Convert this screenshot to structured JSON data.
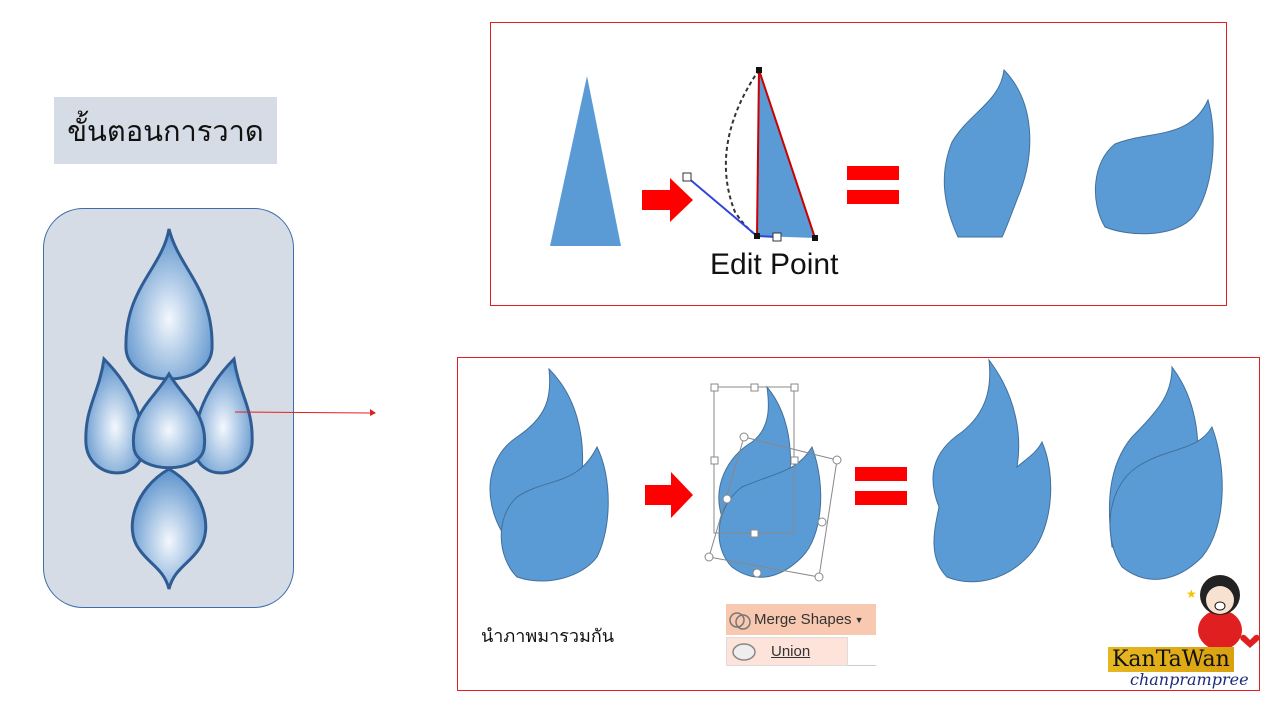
{
  "slide": {
    "title": "ขั้นตอนการวาด",
    "step1": {
      "label": "Edit Point"
    },
    "step2": {
      "caption": "นำภาพมารวมกัน",
      "merge_shapes_label": "Merge Shapes",
      "union_label": "Union"
    },
    "logo": {
      "name": "KanTaWan",
      "subtitle": "chanprampree"
    }
  },
  "colors": {
    "shape_fill": "#5b9bd5",
    "shape_stroke": "#41719c",
    "frame": "#e02020",
    "arrow": "#ff0000",
    "panel": "#d6dce5"
  }
}
